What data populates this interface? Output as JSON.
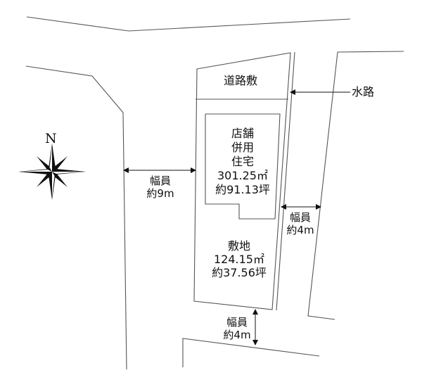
{
  "compass": {
    "label": "N"
  },
  "road_easement": {
    "label": "道路敷"
  },
  "building": {
    "line1": "店舗",
    "line2": "併用",
    "line3": "住宅",
    "area_sqm": "301.25㎡",
    "area_tsubo": "約91.13坪"
  },
  "lot": {
    "label": "敷地",
    "area_sqm": "124.15㎡",
    "area_tsubo": "約37.56坪"
  },
  "waterway": {
    "label": "水路"
  },
  "road_west": {
    "label": "幅員",
    "width": "約9m"
  },
  "road_east": {
    "label": "幅員",
    "width": "約4m"
  },
  "road_south": {
    "label": "幅員",
    "width": "約4m"
  },
  "colors": {
    "line": "#555555",
    "text": "#111111",
    "background": "#ffffff"
  }
}
